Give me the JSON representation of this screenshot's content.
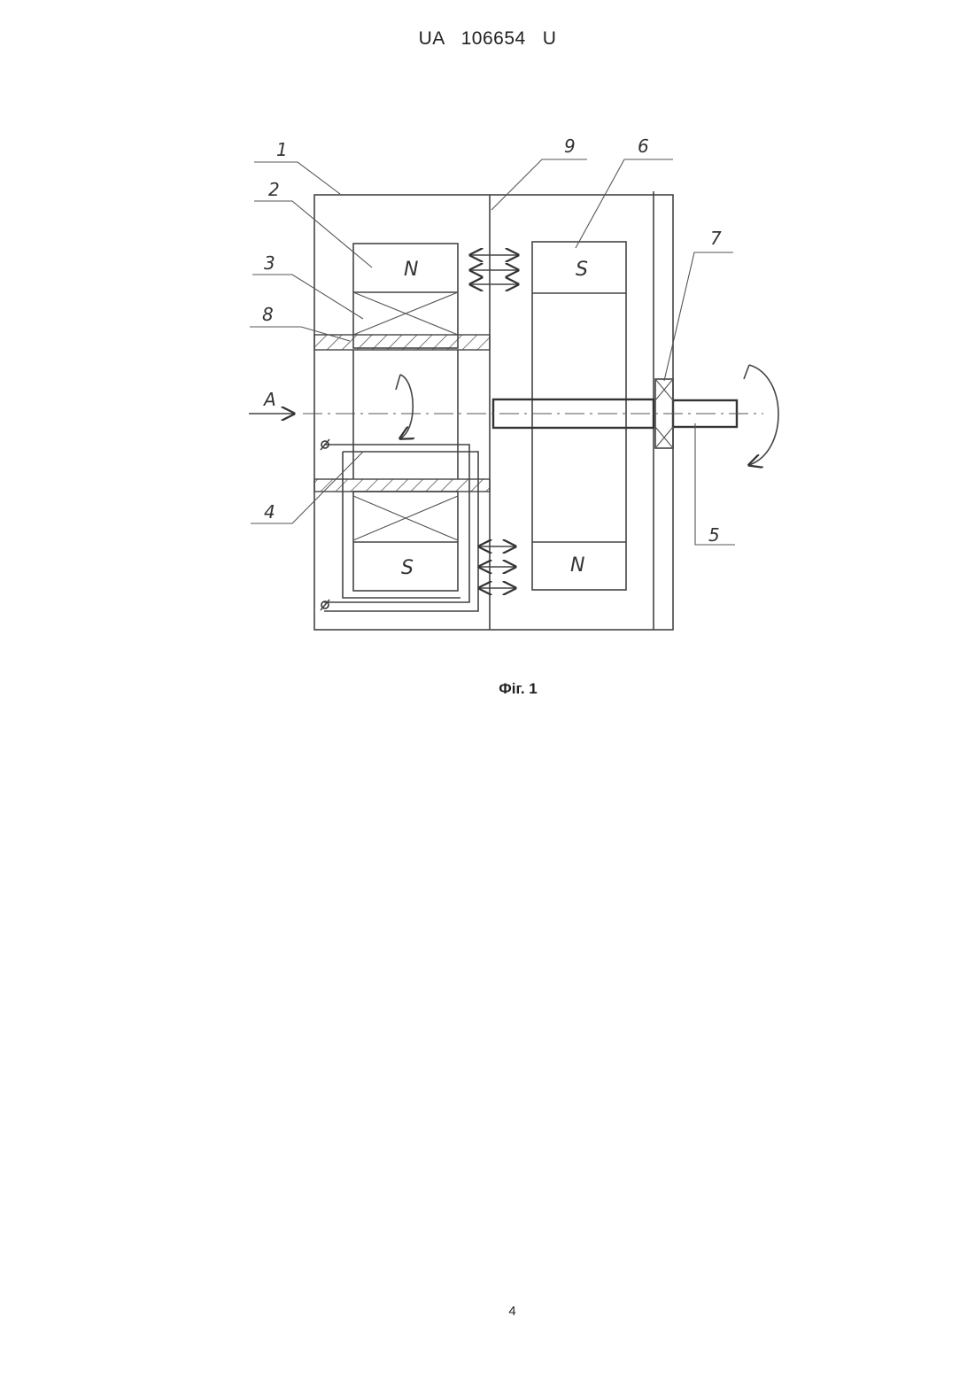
{
  "header": {
    "doc_id": "UA   106654   U"
  },
  "figure": {
    "caption": "Фіг. 1",
    "callouts": [
      "1",
      "2",
      "3",
      "4",
      "5",
      "6",
      "7",
      "8",
      "9"
    ],
    "view_label": "A",
    "poles": {
      "left_top": "N",
      "left_bottom": "S",
      "right_top": "S",
      "right_bottom": "N"
    }
  },
  "page": {
    "number": "4"
  }
}
